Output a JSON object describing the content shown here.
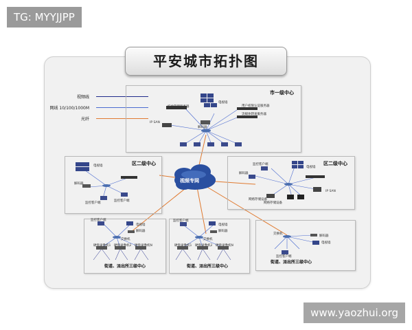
{
  "badge": {
    "text": "TG: MYYJJPP"
  },
  "watermark": {
    "text": "www.yaozhui.org"
  },
  "diagram": {
    "title": "平安城市拓扑图",
    "legend": [
      {
        "label": "视频线",
        "color": "#1f2a8a"
      },
      {
        "label": "网线 10/100/1000M",
        "color": "#4a6ad0"
      },
      {
        "label": "光纤",
        "color": "#e07a30"
      }
    ],
    "cloud_label": "视频专网",
    "city_center": {
      "title": "市一级中心",
      "labels": [
        "综合管理服务器",
        "电视墙",
        "用户权限认证服务器",
        "流媒体转发服务器",
        "IP SAN",
        "解码器"
      ]
    },
    "district_left": {
      "title": "区二级中心",
      "labels": [
        "电视墙",
        "解码器",
        "监控客户端"
      ]
    },
    "district_right": {
      "title": "区二级中心",
      "labels": [
        "监控客户端",
        "解码器",
        "电视墙",
        "网络存储设备",
        "网络存储设备",
        "IP SAN"
      ]
    },
    "station_1": {
      "title": "街道、派出所三级中心",
      "labels": [
        "监控客户端",
        "电视墙",
        "解码器",
        "交换机",
        "硬盘录像机1",
        "硬盘录像机2",
        "硬盘录像机N"
      ]
    },
    "station_2": {
      "title": "街道、派出所三级中心",
      "labels": [
        "监控客户端",
        "电视墙",
        "解码器",
        "交换机",
        "硬盘录像机1",
        "硬盘录像机2",
        "硬盘录像机N"
      ]
    },
    "station_3": {
      "title": "街道、派出所三级中心",
      "labels": [
        "交换机",
        "解码器",
        "电视墙",
        "监控客户端"
      ]
    }
  }
}
